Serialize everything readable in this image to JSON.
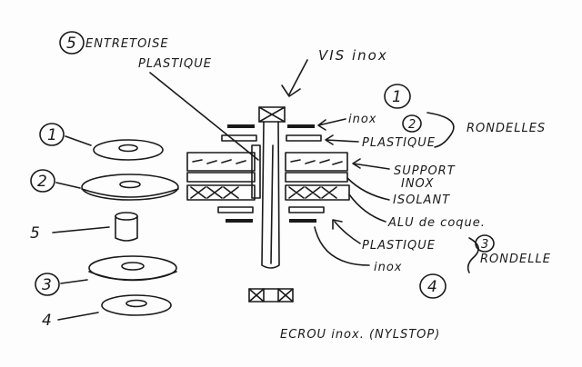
{
  "labels": {
    "entretoise": "ENTRETOISE",
    "plastique_top": "PLASTIQUE",
    "vis_inox": "VIS inox",
    "inox_top": "inox",
    "plastique_mid": "PLASTIQUE",
    "rondelles": "RONDELLES",
    "support": "SUPPORT",
    "inox_support": "INOX",
    "isolant": "ISOLANT",
    "alu": "ALU de coque.",
    "plastique_low": "PLASTIQUE",
    "rondelle": "RONDELLE",
    "inox_low": "inox",
    "ecrou": "ECROU inox. (NYLSTOP)"
  },
  "callouts": {
    "c5_top": "5",
    "c1_right": "1",
    "c2_right": "2",
    "c3_right": "3",
    "c4_right": "4"
  },
  "parts": {
    "p1": "1",
    "p2": "2",
    "p5": "5",
    "p3": "3",
    "p4": "4"
  }
}
